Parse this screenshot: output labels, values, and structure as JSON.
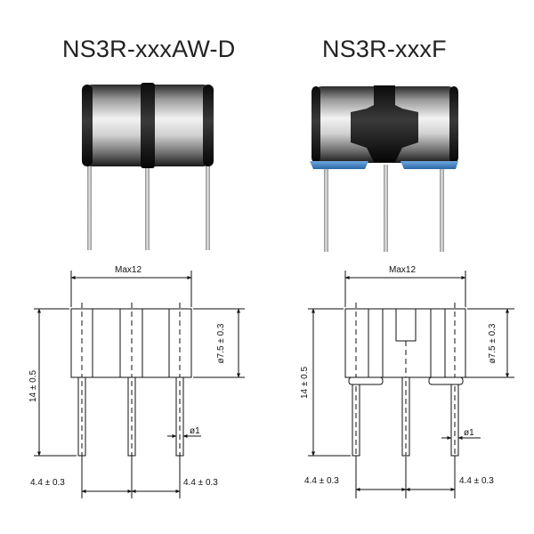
{
  "parts": [
    {
      "title": "NS3R-xxxAW-D",
      "dims": {
        "max_width": "Max12",
        "height": "14 ± 0.5",
        "diameter": "ø7.5 ± 0.3",
        "lead_diameter": "ø1",
        "pitch_left": "4.4 ± 0.3",
        "pitch_right": "4.4 ± 0.3"
      }
    },
    {
      "title": "NS3R-xxxF",
      "dims": {
        "max_width": "Max12",
        "height": "14 ± 0.5",
        "diameter": "ø7.5 ± 0.3",
        "lead_diameter": "ø1",
        "pitch_left": "4.4 ± 0.3",
        "pitch_right": "4.4 ± 0.3"
      }
    }
  ],
  "colors": {
    "body_dark": "#1c1c1c",
    "body_light": "#e6e6e6",
    "band_blue": "#3b7fc4",
    "lead": "#bdbdbd",
    "line": "#111111"
  }
}
